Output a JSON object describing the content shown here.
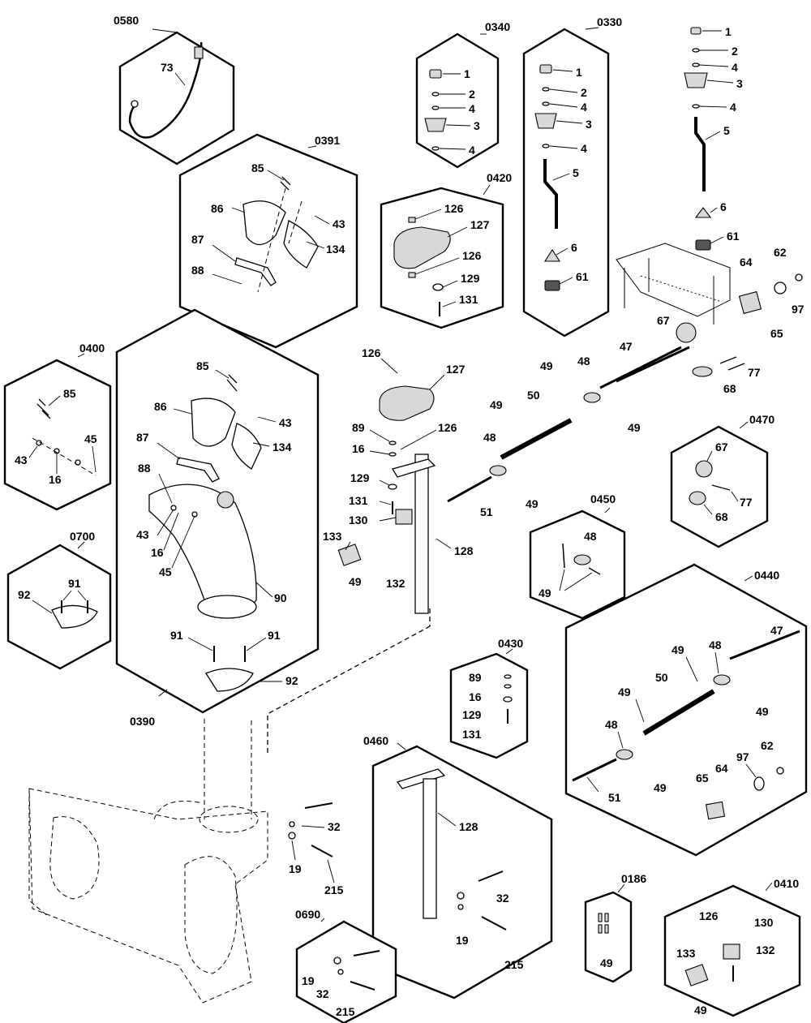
{
  "kits": {
    "k0580": "0580",
    "k0340": "0340",
    "k0330": "0330",
    "k0391": "0391",
    "k0420": "0420",
    "k0400": "0400",
    "k0470": "0470",
    "k0450": "0450",
    "k0700": "0700",
    "k0390": "0390",
    "k0440": "0440",
    "k0430": "0430",
    "k0460": "0460",
    "k0186": "0186",
    "k0410": "0410",
    "k0690": "0690"
  },
  "parts": {
    "p1": "1",
    "p2": "2",
    "p3": "3",
    "p4": "4",
    "p5": "5",
    "p6": "6",
    "p16": "16",
    "p19": "19",
    "p32": "32",
    "p43": "43",
    "p45": "45",
    "p47": "47",
    "p48": "48",
    "p49": "49",
    "p50": "50",
    "p51": "51",
    "p61": "61",
    "p62": "62",
    "p64": "64",
    "p65": "65",
    "p67": "67",
    "p68": "68",
    "p73": "73",
    "p77": "77",
    "p85": "85",
    "p86": "86",
    "p87": "87",
    "p88": "88",
    "p89": "89",
    "p90": "90",
    "p91": "91",
    "p92": "92",
    "p97": "97",
    "p126": "126",
    "p127": "127",
    "p128": "128",
    "p129": "129",
    "p130": "130",
    "p131": "131",
    "p132": "132",
    "p133": "133",
    "p134": "134",
    "p215": "215"
  }
}
